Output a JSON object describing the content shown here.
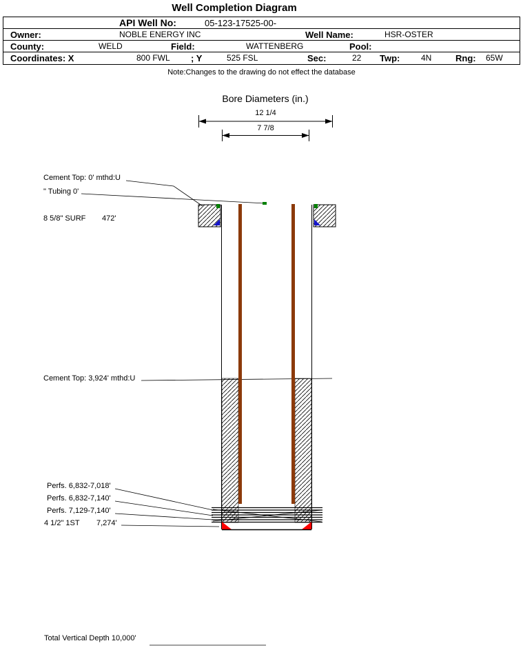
{
  "page": {
    "title": "Well Completion Diagram",
    "note": "Note:Changes to the drawing do not effect the database"
  },
  "header": {
    "api": {
      "label": "API Well No:",
      "value": "05-123-17525-00-"
    },
    "owner": {
      "label": "Owner:",
      "value": "NOBLE ENERGY INC"
    },
    "well_name": {
      "label": "Well Name:",
      "value": "HSR-OSTER"
    },
    "county": {
      "label": "County:",
      "value": "WELD"
    },
    "field": {
      "label": "Field:",
      "value": "WATTENBERG"
    },
    "pool": {
      "label": "Pool:",
      "value": ""
    },
    "coordinates": {
      "label": "Coordinates: X",
      "x_value": "800 FWL",
      "y_label": "; Y",
      "y_value": "525 FSL"
    },
    "sec": {
      "label": "Sec:",
      "value": "22"
    },
    "twp": {
      "label": "Twp:",
      "value": "4N"
    },
    "rng": {
      "label": "Rng:",
      "value": "65W"
    }
  },
  "diagram": {
    "bore_diameters_title": "Bore Diameters (in.)",
    "outer_diameter": "12 1/4",
    "inner_diameter": "7 7/8",
    "annotations": {
      "cement_top_surface": "Cement Top: 0' mthd:U",
      "tubing": "\" Tubing 0'",
      "surface_casing_label": "8 5/8\" SURF",
      "surface_casing_depth": "472'",
      "cement_top_production": "Cement Top: 3,924' mthd:U",
      "perfs_1": "Perfs. 6,832-7,018'",
      "perfs_2": "Perfs. 6,832-7,140'",
      "perfs_3": "Perfs. 7,129-7,140'",
      "production_casing_label": "4 1/2\" 1ST",
      "production_casing_depth": "7,274'",
      "total_vertical_depth": "Total Vertical Depth 10,000'"
    },
    "colors": {
      "tubing": "#8C3A0A",
      "casing_shoe_red": "#FF0000",
      "shoe_marker_blue": "#1414CC",
      "hanger_green": "#008000"
    }
  }
}
